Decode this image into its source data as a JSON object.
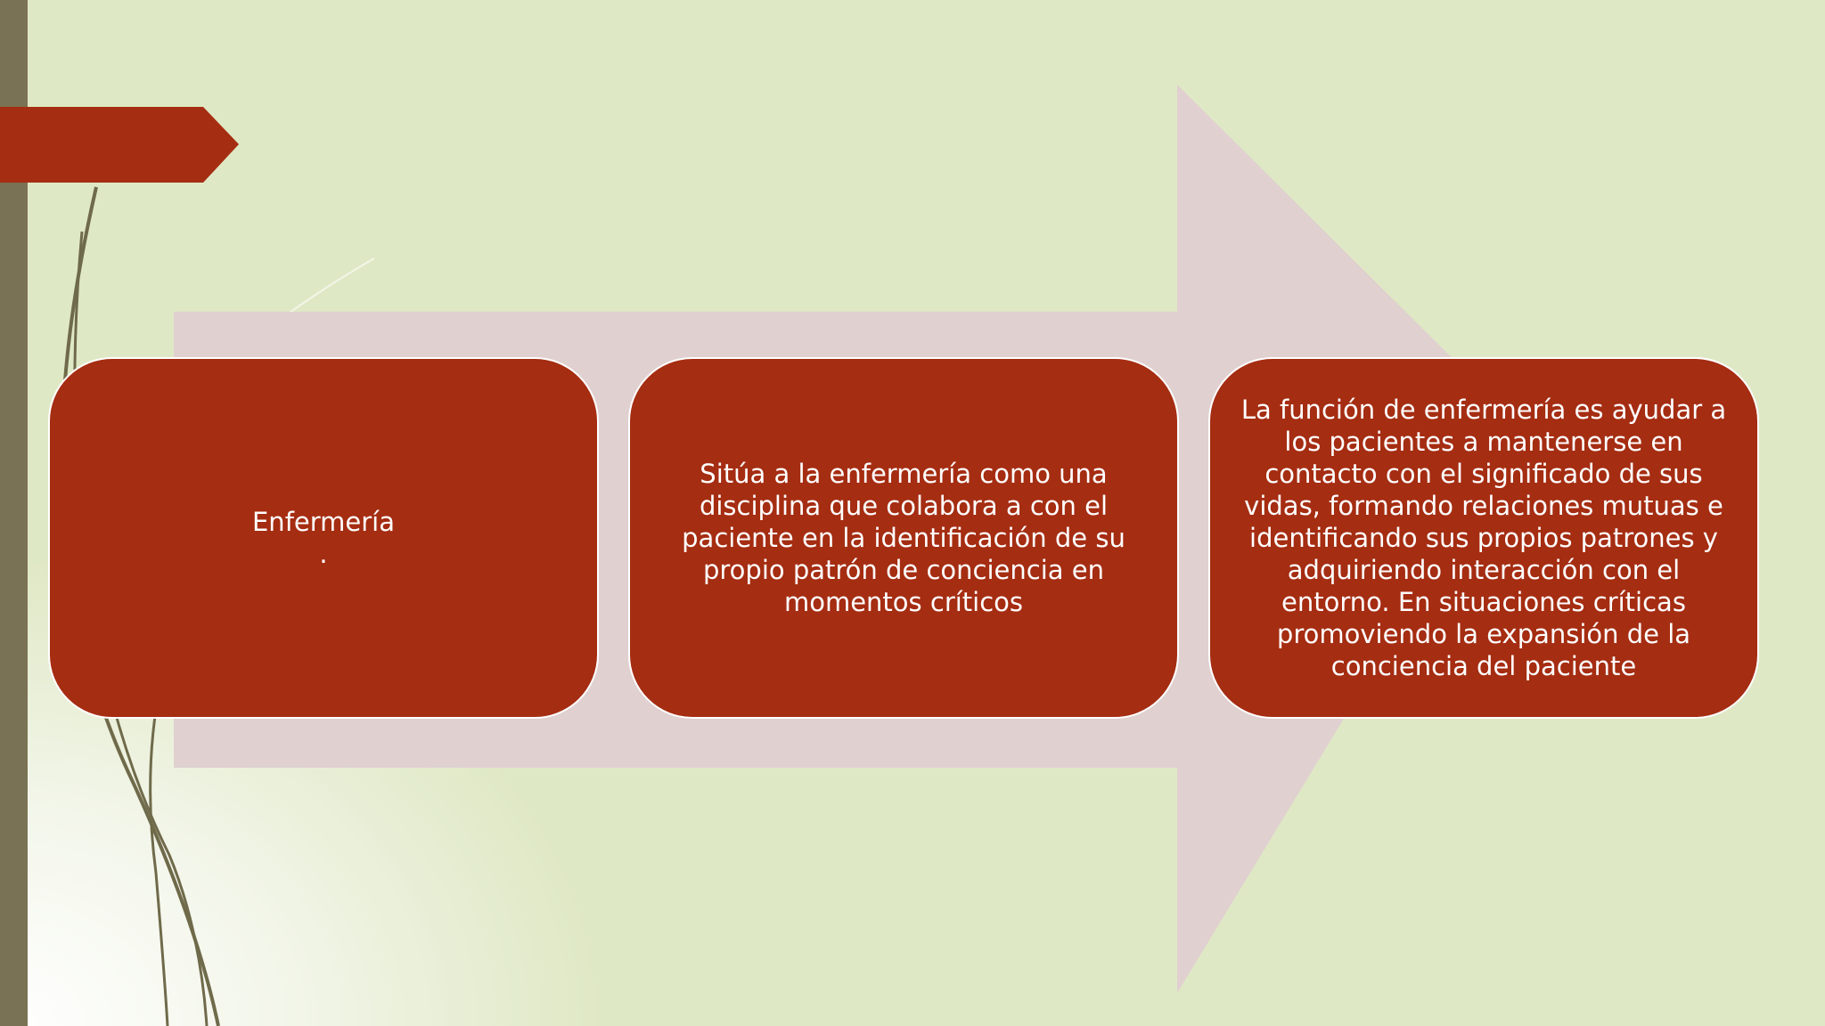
{
  "slide": {
    "colors": {
      "background": "#dfe8c5",
      "accent": "#a52d12",
      "arrow": "#e0d0d0",
      "left_bar": "#7a7254"
    }
  },
  "process": {
    "steps": [
      {
        "text": "Enfermería\n."
      },
      {
        "text": "Sitúa a la enfermería como una disciplina que colabora a con el paciente en la identificación de su propio patrón de conciencia en momentos críticos"
      },
      {
        "text": "La función de enfermería es ayudar a los pacientes a mantenerse en contacto con el significado de sus vidas, formando relaciones mutuas e identificando sus propios patrones y adquiriendo interacción con el entorno. En situaciones críticas promoviendo la expansión de la conciencia del paciente"
      }
    ]
  }
}
